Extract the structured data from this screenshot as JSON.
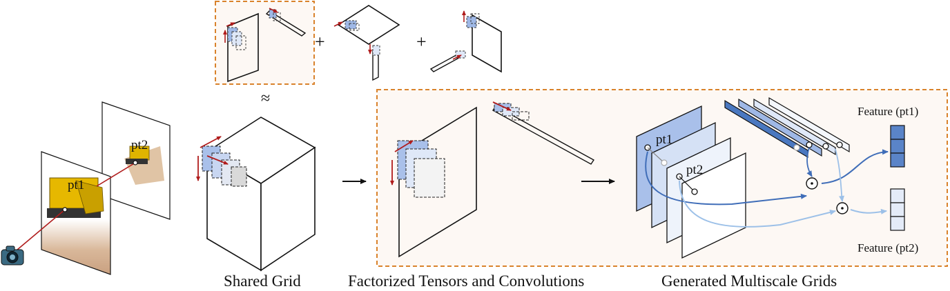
{
  "labels": {
    "plus1": "+",
    "plus2": "+",
    "approx": "≈",
    "pt1_image": "pt1",
    "pt2_image": "pt2",
    "pt1_grid": "pt1",
    "pt2_grid": "pt2",
    "feature_pt1": "Feature (pt1)",
    "feature_pt2": "Feature (pt2)"
  },
  "captions": {
    "shared_grid": "Shared Grid",
    "factorized": "Factorized Tensors and Convolutions",
    "multiscale": "Generated Multiscale Grids"
  },
  "colors": {
    "dashed_box": "#d9822b",
    "box_fill": "#fdf8f4",
    "ray": "#b01c1c",
    "arrow_red": "#b01c1c",
    "blue_dark": "#4a78c0",
    "blue_mid": "#9fb8e6",
    "blue_light": "#dfe8f8",
    "blue_faint": "#eef3fb",
    "curve_light": "#9cc0e8"
  },
  "icons": [
    "camera-icon",
    "hadamard-product-icon",
    "hadamard-product-icon"
  ]
}
